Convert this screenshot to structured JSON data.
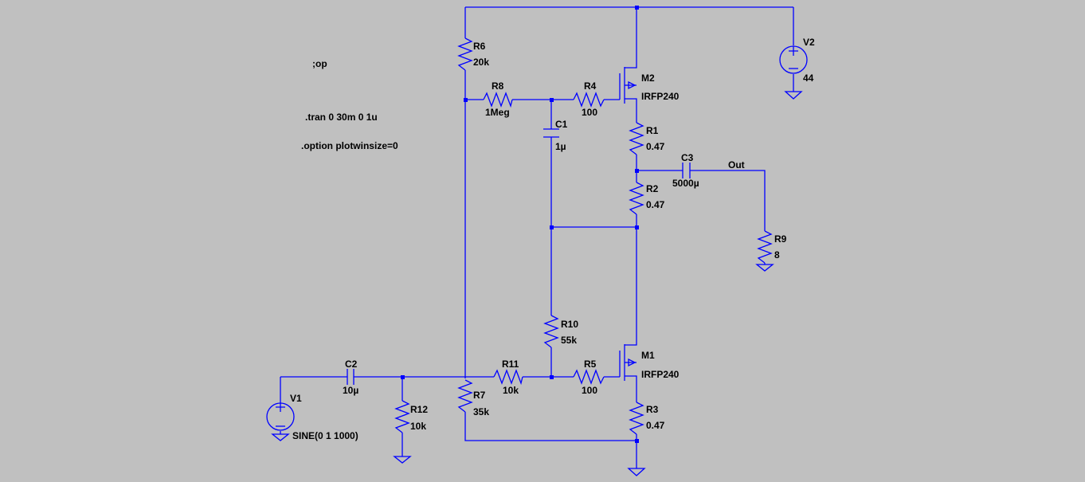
{
  "directives": {
    "op": ";op",
    "tran": ".tran 0 30m 0 1u",
    "option": ".option plotwinsize=0"
  },
  "components": {
    "r6": {
      "name": "R6",
      "value": "20k"
    },
    "r8": {
      "name": "R8",
      "value": "1Meg"
    },
    "r4": {
      "name": "R4",
      "value": "100"
    },
    "c1": {
      "name": "C1",
      "value": "1µ"
    },
    "m2": {
      "name": "M2",
      "value": "IRFP240"
    },
    "r1": {
      "name": "R1",
      "value": "0.47"
    },
    "c3": {
      "name": "C3",
      "value": "5000µ"
    },
    "r2": {
      "name": "R2",
      "value": "0.47"
    },
    "r9": {
      "name": "R9",
      "value": "8"
    },
    "v2": {
      "name": "V2",
      "value": "44"
    },
    "r10": {
      "name": "R10",
      "value": "55k"
    },
    "m1": {
      "name": "M1",
      "value": "IRFP240"
    },
    "c2": {
      "name": "C2",
      "value": "10µ"
    },
    "r11": {
      "name": "R11",
      "value": "10k"
    },
    "r5": {
      "name": "R5",
      "value": "100"
    },
    "r3": {
      "name": "R3",
      "value": "0.47"
    },
    "r7": {
      "name": "R7",
      "value": "35k"
    },
    "r12": {
      "name": "R12",
      "value": "10k"
    },
    "v1": {
      "name": "V1",
      "value": "SINE(0 1 1000)"
    }
  },
  "net_labels": {
    "out": "Out"
  },
  "colors": {
    "background": "#c0c0c0",
    "wire": "#0000ff",
    "text": "#000000"
  }
}
